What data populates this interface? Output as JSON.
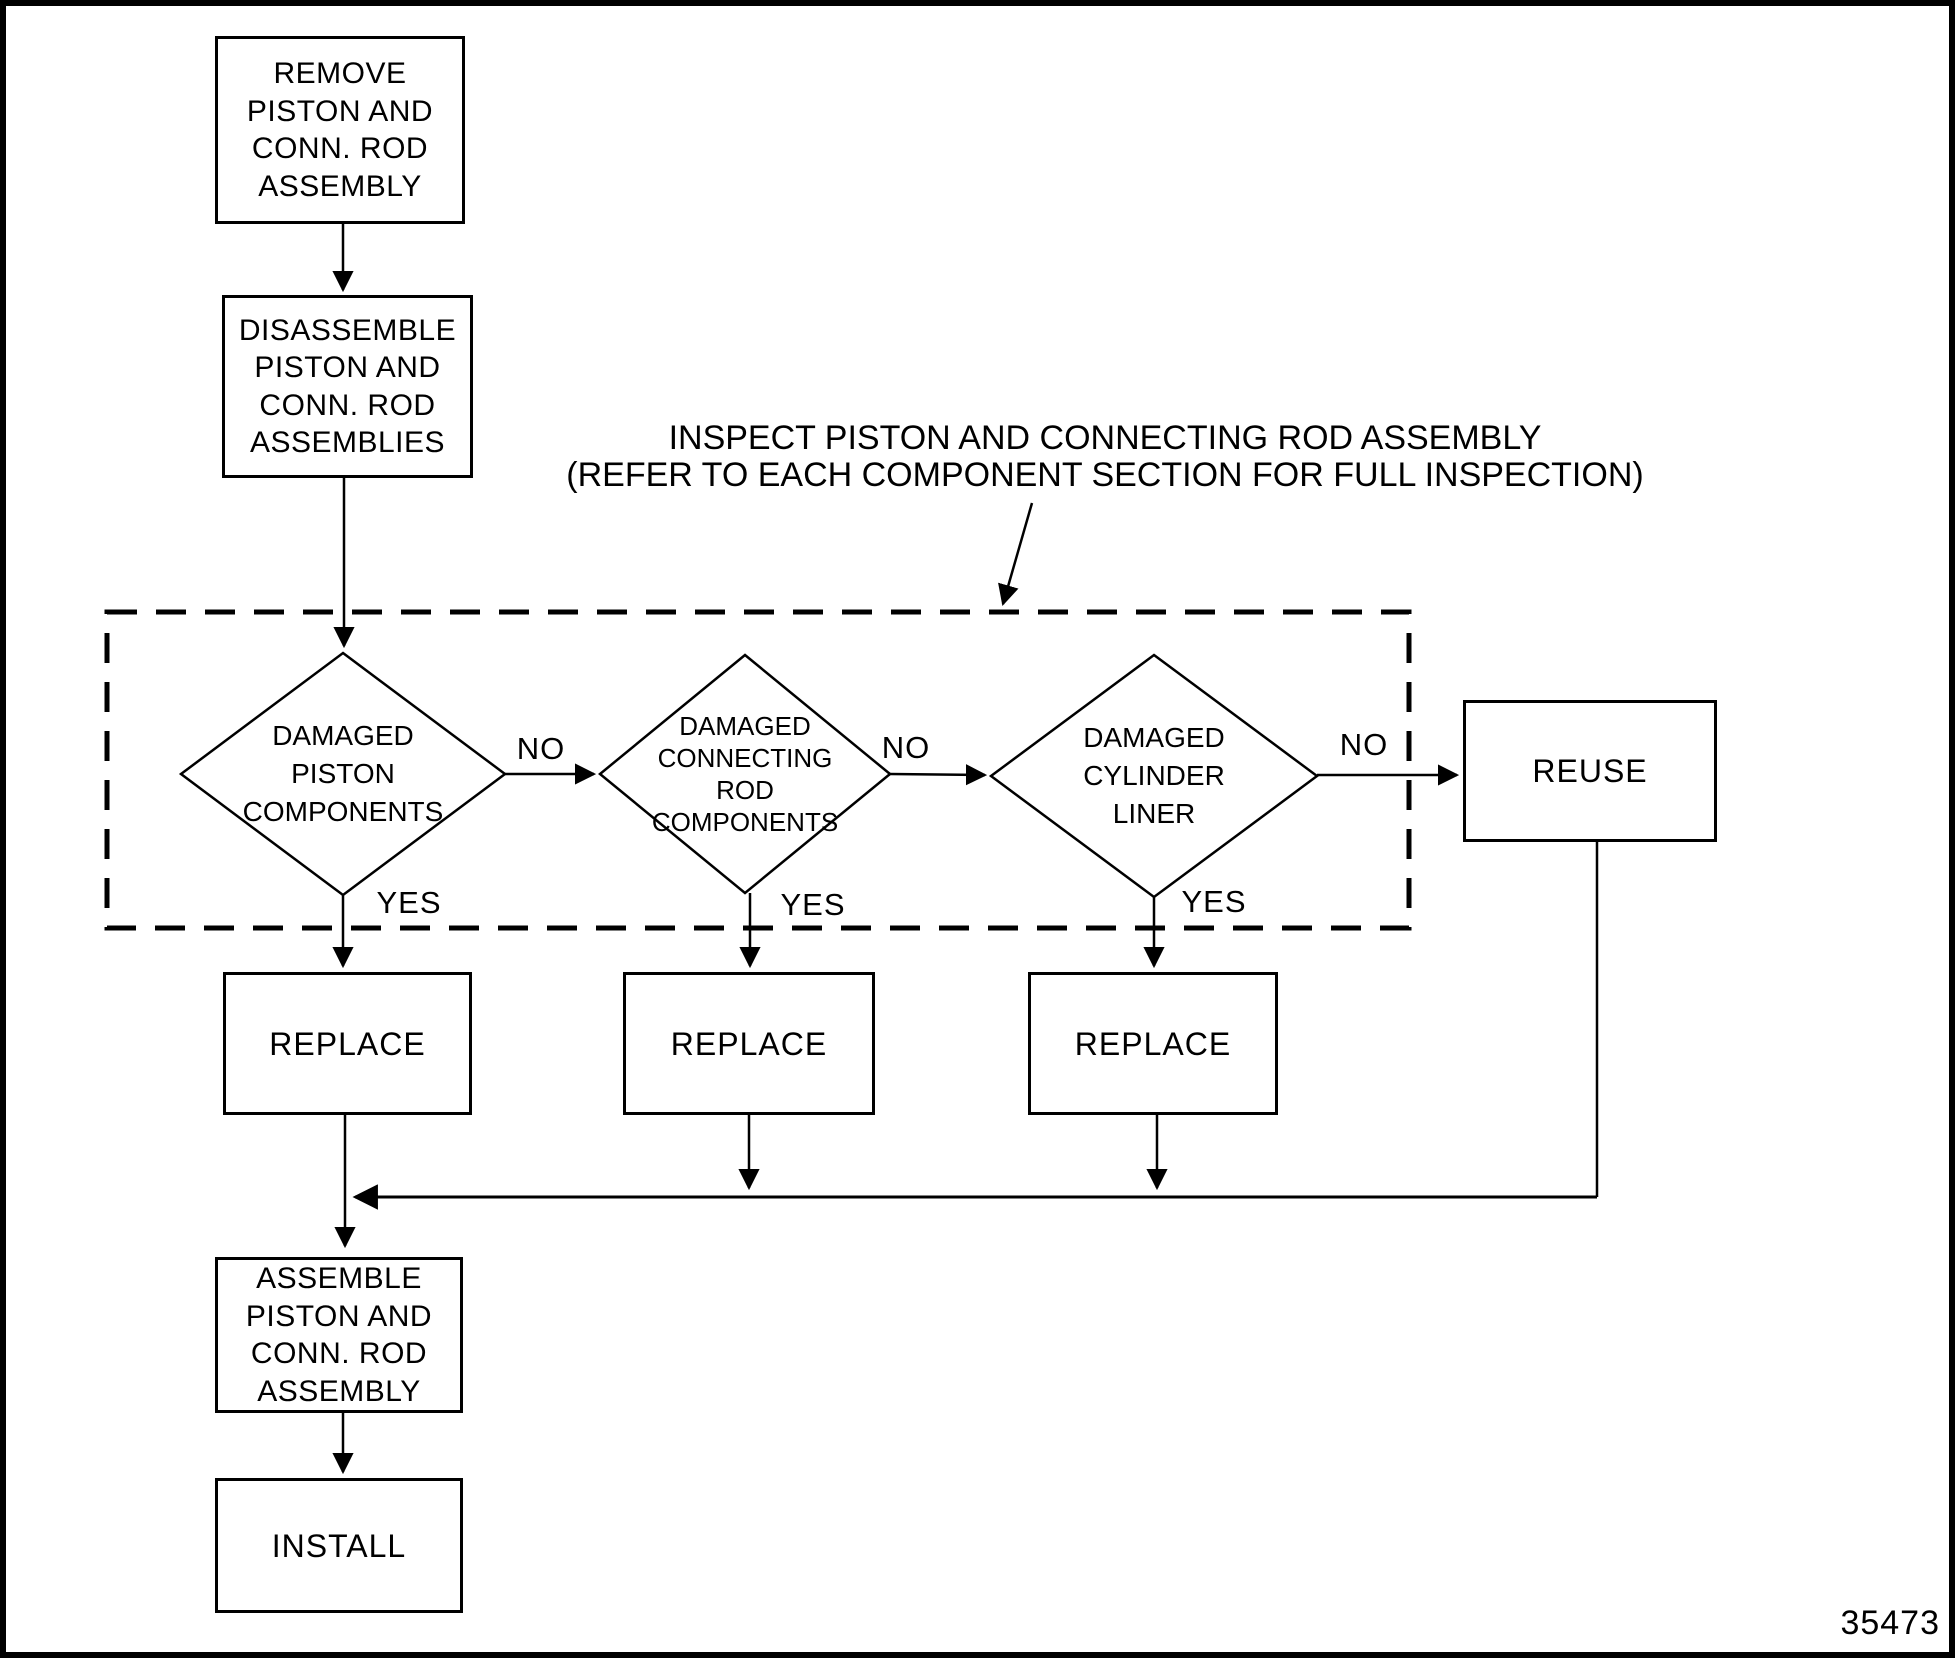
{
  "diagram": {
    "title_note": "INSPECT PISTON AND CONNECTING ROD ASSEMBLY\n(REFER TO EACH COMPONENT SECTION FOR FULL INSPECTION)",
    "figure_number": "35473",
    "colors": {
      "ink": "#000000",
      "background": "#ffffff"
    }
  },
  "boxes": {
    "remove": "REMOVE\nPISTON AND\nCONN. ROD\nASSEMBLY",
    "disassemble": "DISASSEMBLE\nPISTON AND\nCONN. ROD\nASSEMBLIES",
    "reuse": "REUSE",
    "replace_piston": "REPLACE",
    "replace_conn_rod": "REPLACE",
    "replace_cylinder_liner": "REPLACE",
    "assemble": "ASSEMBLE\nPISTON AND\nCONN. ROD\nASSEMBLY",
    "install": "INSTALL"
  },
  "decisions": {
    "piston": "DAMAGED\nPISTON\nCOMPONENTS",
    "connecting_rod": "DAMAGED\nCONNECTING\nROD\nCOMPONENTS",
    "cylinder_liner": "DAMAGED\nCYLINDER\nLINER"
  },
  "edge_labels": {
    "no_piston": "NO",
    "no_connecting_rod": "NO",
    "no_cylinder_liner": "NO",
    "yes_piston": "YES",
    "yes_connecting_rod": "YES",
    "yes_cylinder_liner": "YES"
  }
}
